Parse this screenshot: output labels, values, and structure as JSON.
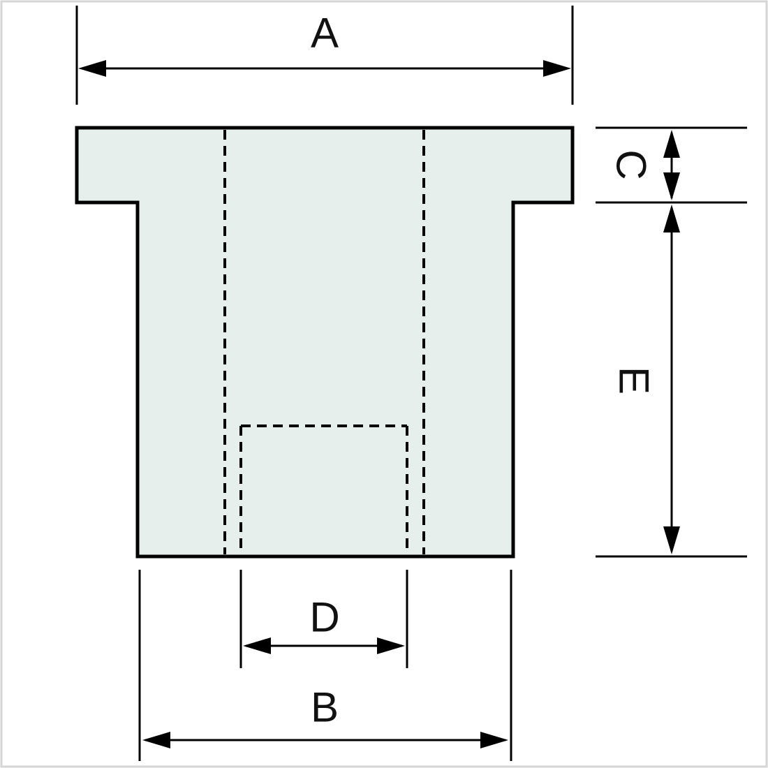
{
  "diagram": {
    "kind": "technical-dimension-drawing",
    "labels": {
      "a": "A",
      "b": "B",
      "c": "C",
      "d": "D",
      "e": "E"
    },
    "colors": {
      "part_fill": "#e7efec",
      "line": "#000000",
      "page_border": "#d6d6d6",
      "background": "#ffffff"
    }
  }
}
